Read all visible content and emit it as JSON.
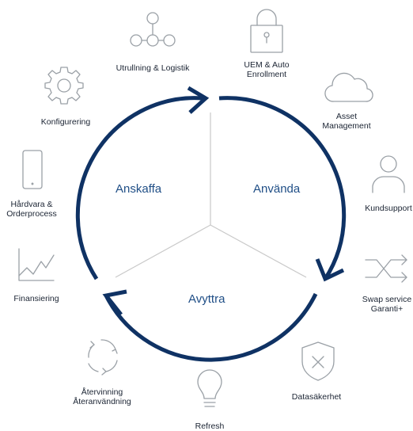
{
  "colors": {
    "cycle": "#0f3264",
    "segment_text": "#1f4e86",
    "divider": "#c9c9c9",
    "icon": "#9aa0a6",
    "label": "#1b2433"
  },
  "segments": {
    "acquire": "Anskaffa",
    "use": "Använda",
    "dispose": "Avyttra"
  },
  "items": {
    "rollout": {
      "icon": "network-icon",
      "lines": [
        "Utrullning & Logistik"
      ]
    },
    "uem": {
      "icon": "lock-icon",
      "lines": [
        "UEM & Auto",
        "Enrollment"
      ]
    },
    "asset": {
      "icon": "cloud-icon",
      "lines": [
        "Asset",
        "Management"
      ]
    },
    "support": {
      "icon": "user-icon",
      "lines": [
        "Kundsupport"
      ]
    },
    "swap": {
      "icon": "shuffle-icon",
      "lines": [
        "Swap service",
        "Garanti+"
      ]
    },
    "security": {
      "icon": "shield-icon",
      "lines": [
        "Datasäkerhet"
      ]
    },
    "refresh": {
      "icon": "lightbulb-icon",
      "lines": [
        "Refresh"
      ]
    },
    "recycle": {
      "icon": "recycle-icon",
      "lines": [
        "Återvinning",
        "Återanvändning"
      ]
    },
    "finance": {
      "icon": "chart-icon",
      "lines": [
        "Finansiering"
      ]
    },
    "hardware": {
      "icon": "phone-icon",
      "lines": [
        "Hårdvara &",
        "Orderprocess"
      ]
    },
    "config": {
      "icon": "gear-icon",
      "lines": [
        "Konfigurering"
      ]
    }
  }
}
